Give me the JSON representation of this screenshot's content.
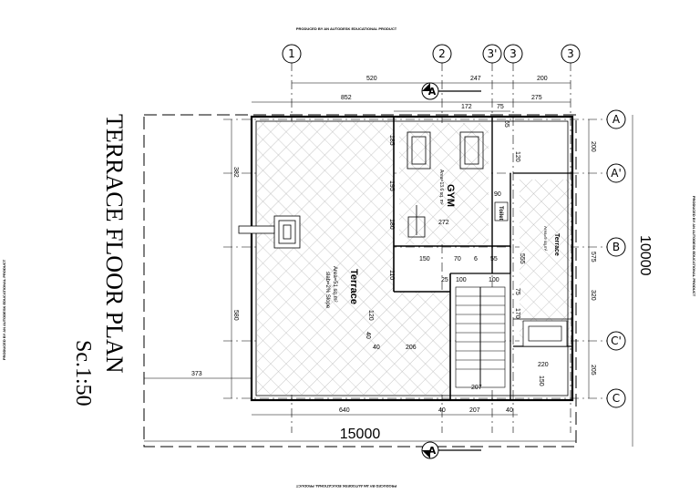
{
  "watermark": {
    "top": "PRODUCED BY AN AUTODESK EDUCATIONAL PRODUCT",
    "bottom": "PRODUCED BY AN AUTODESK EDUCATIONAL PRODUCT",
    "left": "PRODUCED BY AN AUTODESK EDUCATIONAL PRODUCT",
    "right": "PRODUCED BY AN AUTODESK EDUCATIONAL PRODUCT"
  },
  "title": {
    "main": "TERRACE FLOOR PLAN",
    "scale": "Sc.1:50"
  },
  "grid_columns": [
    "1",
    "2",
    "3'",
    "3",
    "3"
  ],
  "grid_rows": [
    "A",
    "A'",
    "B",
    "C'",
    "C"
  ],
  "section_marker": "A",
  "overall": {
    "width": "15000",
    "depth": "10000"
  },
  "dims_top": [
    "520",
    "247",
    "200",
    "852",
    "275",
    "172",
    "75"
  ],
  "dims_bottom": [
    "640",
    "40",
    "207",
    "40"
  ],
  "dims_right": [
    "200",
    "575",
    "320",
    "205"
  ],
  "dims_left": [
    "373",
    "382",
    "580"
  ],
  "dims_inner": [
    "195",
    "150",
    "70",
    "6",
    "55",
    "25",
    "100",
    "100",
    "40",
    "206",
    "207",
    "120",
    "272",
    "90",
    "110",
    "180",
    "120",
    "220",
    "150",
    "65",
    "170",
    "185",
    "555",
    "75",
    "40"
  ],
  "rooms": {
    "gym_name": "GYM",
    "gym_area": "Area=13.6 sq. m²",
    "terrace_name": "Terrace",
    "terrace_area": "Area=51 sq.m²",
    "terrace_slab": "slab=2% Slope",
    "terrace_small_name": "Terrace",
    "terrace_small_area": "Area=9 sq.m²",
    "toilet_name": "Toilet"
  }
}
